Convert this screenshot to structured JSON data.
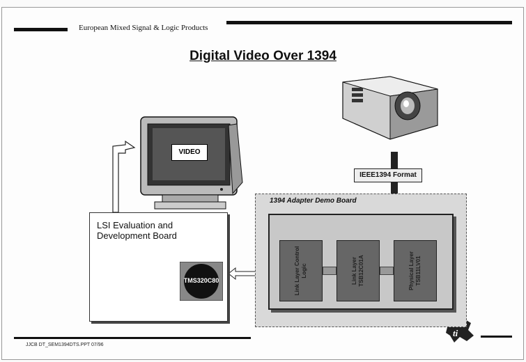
{
  "header": {
    "company": "European Mixed Signal & Logic Products"
  },
  "title": "Digital Video Over 1394",
  "monitor": {
    "screen_text": "VIDEO"
  },
  "lsi_board": {
    "label": "LSI Evaluation and Development Board",
    "chip_label": "TMS320C80"
  },
  "adapter_board": {
    "label": "1394 Adapter Demo Board",
    "chips": [
      {
        "label": "Link Layer Control Logic"
      },
      {
        "label": "Link Layer TSB12C01A"
      },
      {
        "label": "Physical Layer TSB11LV01"
      }
    ]
  },
  "format_label": "IEEE1394 Format",
  "footer": "JJCB DT_SEM1394DTS.PPT 07/96",
  "logo_icon": "ti-logo-icon"
}
